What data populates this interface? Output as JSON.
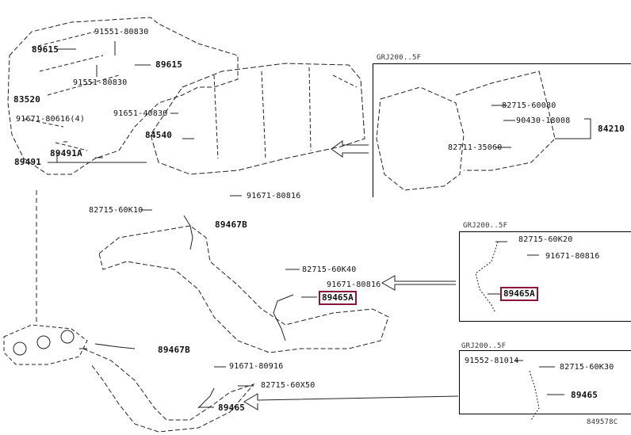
{
  "diagram": {
    "id_code": "849578C",
    "highlight_color": "#8a1538",
    "main_labels": {
      "bolt_top": "91551-80830",
      "knock_sensor_left": "89615",
      "knock_sensor_right": "89615",
      "bolt_mid": "91551-80830",
      "cap": "83520",
      "stud": "91671-80616(4)",
      "bolt_840": "91651-40830",
      "switch": "84540",
      "sensor_a": "89491A",
      "sensor": "89491",
      "clamp_k10": "82715-60K10",
      "bolt_816_top": "91671-80816",
      "o2_rear_b": "89467B",
      "clamp_k40": "82715-60K40",
      "bolt_816_mid": "91671-80816",
      "o2_highlight": "89465A",
      "o2_front_b": "89467B",
      "bolt_916": "91671-80916",
      "clamp_x50": "82715-60X50",
      "o2_front": "89465"
    },
    "panels": [
      {
        "title": "GRJ200..5F",
        "labels": {
          "clamp": "82715-60080",
          "plug": "90430-18008",
          "part": "84210",
          "clamp2": "82711-35060"
        }
      },
      {
        "title": "GRJ200..5F",
        "labels": {
          "clamp": "82715-60K20",
          "bolt": "91671-80816",
          "sensor": "89465A"
        }
      },
      {
        "title": "GRJ200..5F",
        "labels": {
          "bolt": "91552-81014",
          "clamp": "82715-60K30",
          "sensor": "89465"
        }
      }
    ]
  }
}
